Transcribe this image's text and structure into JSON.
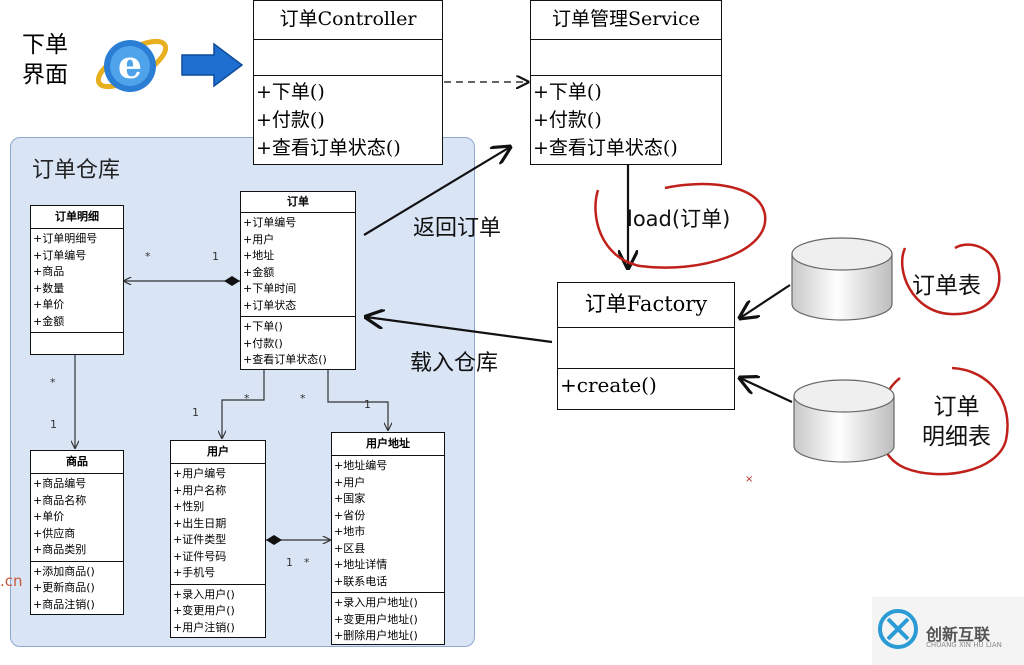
{
  "ui_label": {
    "line1": "下单",
    "line2": "界面"
  },
  "controller": {
    "title": "订单Controller",
    "ops": [
      "+下单()",
      "+付款()",
      "+查看订单状态()"
    ]
  },
  "service": {
    "title": "订单管理Service",
    "ops": [
      "+下单()",
      "+付款()",
      "+查看订单状态()"
    ]
  },
  "factory": {
    "title": "订单Factory",
    "ops": [
      "+create()"
    ]
  },
  "repository": {
    "title": "订单仓库"
  },
  "order": {
    "title": "订单",
    "attrs": [
      "+订单编号",
      "+用户",
      "+地址",
      "+金额",
      "+下单时间",
      "+订单状态"
    ],
    "ops": [
      "+下单()",
      "+付款()",
      "+查看订单状态()"
    ]
  },
  "order_detail": {
    "title": "订单明细",
    "attrs": [
      "+订单明细号",
      "+订单编号",
      "+商品",
      "+数量",
      "+单价",
      "+金额"
    ],
    "ops": []
  },
  "product": {
    "title": "商品",
    "attrs": [
      "+商品编号",
      "+商品名称",
      "+单价",
      "+供应商",
      "+商品类别"
    ],
    "ops": [
      "+添加商品()",
      "+更新商品()",
      "+商品注销()"
    ]
  },
  "user": {
    "title": "用户",
    "attrs": [
      "+用户编号",
      "+用户名称",
      "+性别",
      "+出生日期",
      "+证件类型",
      "+证件号码",
      "+手机号"
    ],
    "ops": [
      "+录入用户()",
      "+变更用户()",
      "+用户注销()"
    ]
  },
  "address": {
    "title": "用户地址",
    "attrs": [
      "+地址编号",
      "+用户",
      "+国家",
      "+省份",
      "+地市",
      "+区县",
      "+地址详情",
      "+联系电话"
    ],
    "ops": [
      "+录入用户地址()",
      "+变更用户地址()",
      "+删除用户地址()"
    ]
  },
  "labels": {
    "return_order": "返回订单",
    "load_repo": "载入仓库",
    "load_call": "load(订单)",
    "order_table": "订单表",
    "detail_table_1": "订单",
    "detail_table_2": "明细表"
  },
  "multiplicities": {
    "detail_star": "*",
    "detail_one": "1",
    "detail_prod_star": "*",
    "detail_prod_one": "1",
    "order_user_one": "1",
    "order_user_star": "*",
    "order_addr_star": "*",
    "order_addr_one": "1",
    "user_addr_one": "1",
    "user_addr_star": "*"
  },
  "colors": {
    "repo_bg": "#d9e4f5",
    "annotation_red": "#c0201a",
    "arrow_blue": "#1f6fd1"
  },
  "watermark": {
    "text": "创新互联",
    "sub": "CHUANG XIN HU LIAN",
    "left_fragment": ".cn"
  }
}
